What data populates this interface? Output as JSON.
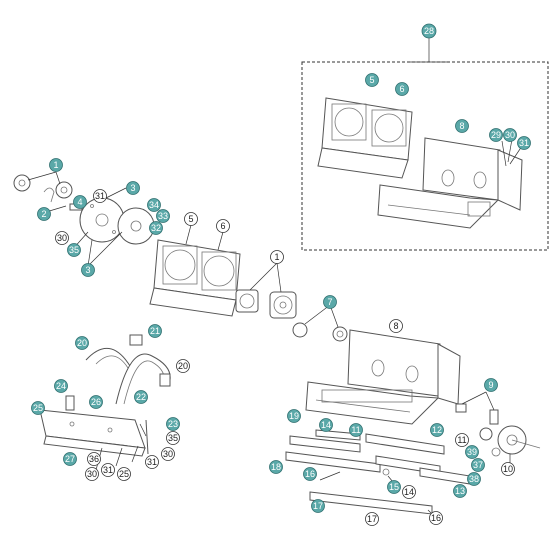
{
  "diagram": {
    "title": "",
    "colors": {
      "teal_callout": "#5aa8a8",
      "line": "#555555",
      "background": "#ffffff"
    },
    "callouts": {
      "c28": "28",
      "c5_inset": "5",
      "c6_inset": "6",
      "c8_inset": "8",
      "c29": "29",
      "c30_inset": "30",
      "c31_inset": "31",
      "c1_left": "1",
      "c2": "2",
      "c30_left": "30",
      "c31_left": "31",
      "c3": "3",
      "c4": "4",
      "c35_left": "35",
      "c3b": "3",
      "c34": "34",
      "c33": "33",
      "c32": "32",
      "c5": "5",
      "c6": "6",
      "c1_mid": "1",
      "c7": "7",
      "c21": "21",
      "c20_left": "20",
      "c20_right": "20",
      "c24": "24",
      "c22": "22",
      "c25_left": "25",
      "c26": "26",
      "c23": "23",
      "c35_low": "35",
      "c27": "27",
      "c36": "36",
      "c30_low": "30",
      "c31_low": "31",
      "c25_low": "25",
      "c30_low2": "30",
      "c31_low2": "31",
      "c8": "8",
      "c9": "9",
      "c19": "19",
      "c14_a": "14",
      "c11_a": "11",
      "c12": "12",
      "c11_b": "11",
      "c39": "39",
      "c37": "37",
      "c38": "38",
      "c13": "13",
      "c10": "10",
      "c18": "18",
      "c16_a": "16",
      "c15": "15",
      "c14_b": "14",
      "c17_a": "17",
      "c17_b": "17",
      "c16_b": "16"
    }
  }
}
